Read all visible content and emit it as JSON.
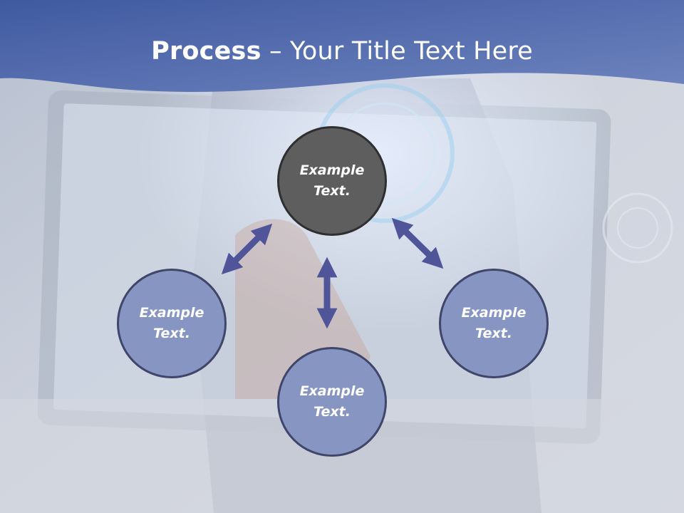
{
  "title": {
    "bold": "Process",
    "rest": " – Your Title Text Here"
  },
  "colors": {
    "header": "#4f64a5",
    "node_dark": "#5e5e5e",
    "node_blue": "#8795c2",
    "arrow": "#50559a"
  },
  "nodes": [
    {
      "label_line1": "Example",
      "label_line2": "Text."
    },
    {
      "label_line1": "Example",
      "label_line2": "Text."
    },
    {
      "label_line1": "Example",
      "label_line2": "Text."
    },
    {
      "label_line1": "Example",
      "label_line2": "Text."
    }
  ]
}
